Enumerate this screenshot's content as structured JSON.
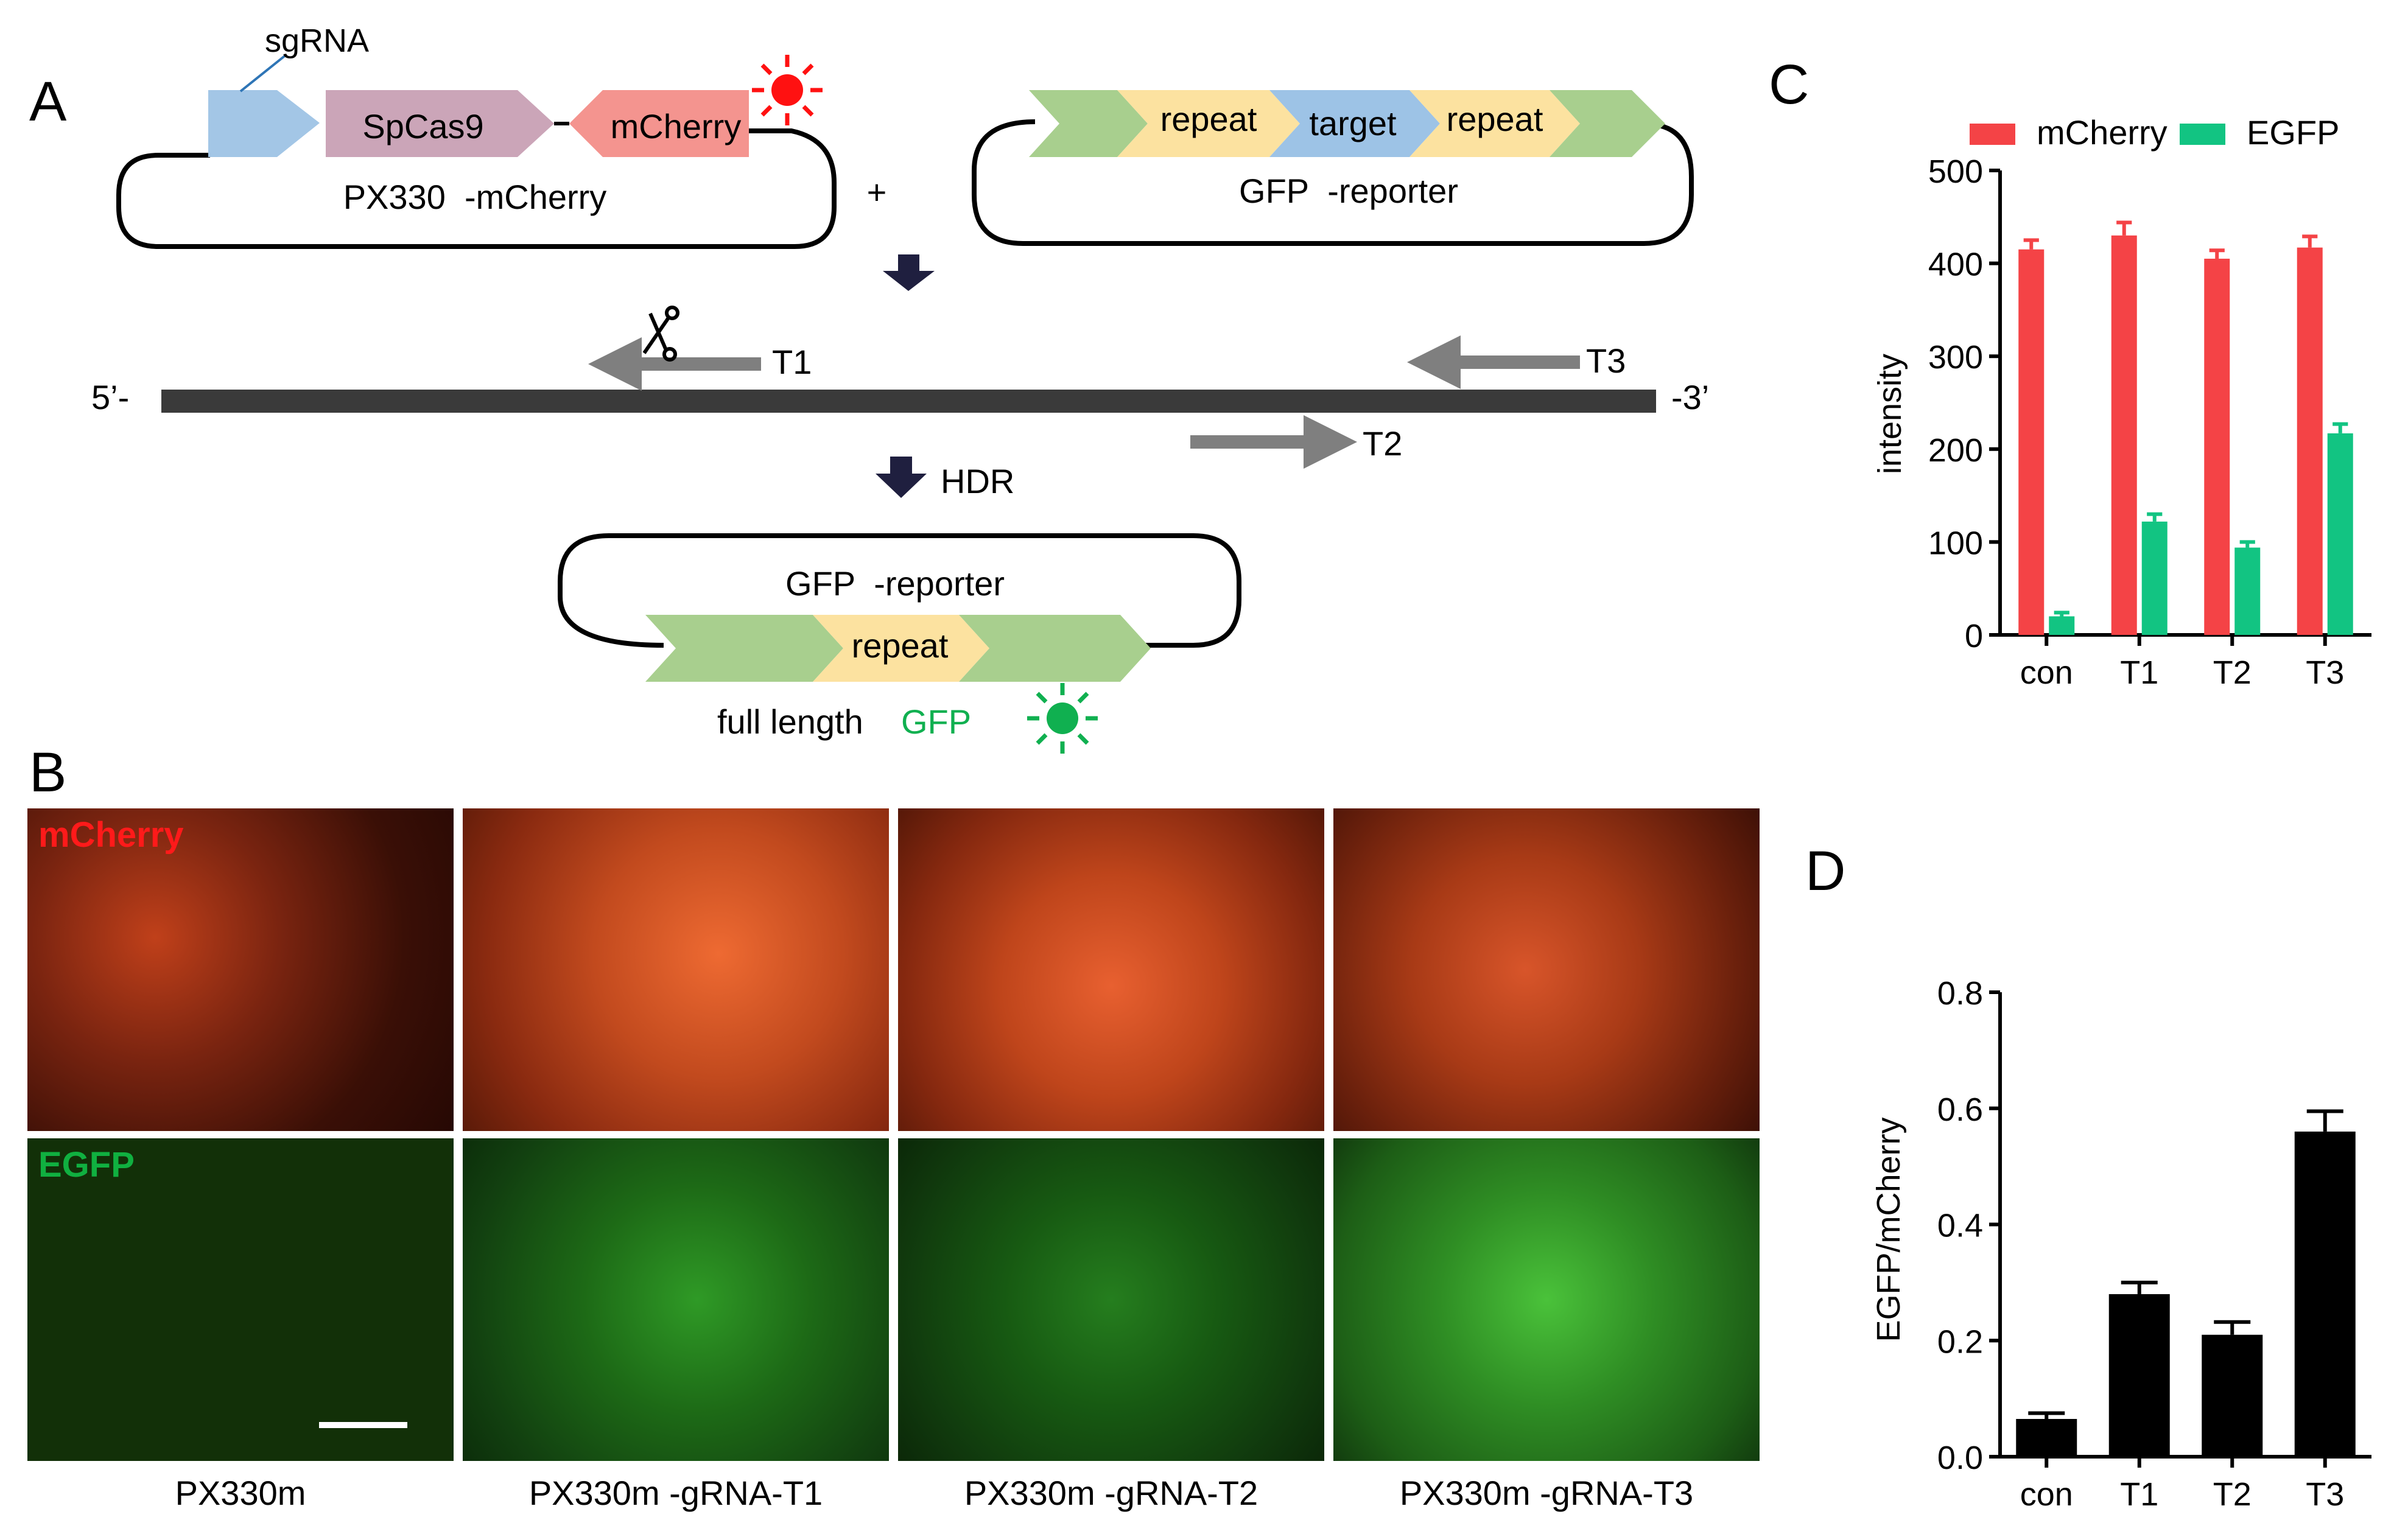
{
  "panel_letters": [
    "A",
    "B",
    "C",
    "D"
  ],
  "panel_a": {
    "plasmid1": {
      "sgrna": "sgRNA",
      "spcas9": "SpCas9",
      "mcherry": "mCherry",
      "name": "PX330  -mCherry"
    },
    "plus": "+",
    "plasmid2": {
      "repeat1": "repeat",
      "target": "target",
      "repeat2": "repeat",
      "name": "GFP  -reporter"
    },
    "dna": {
      "five_prime": "5’-",
      "three_prime": "-3’",
      "t1": "T1",
      "t2": "T2",
      "t3": "T3"
    },
    "hdr": "HDR",
    "plasmid3": {
      "name": "GFP  -reporter",
      "repeat": "repeat",
      "full_length": "full length",
      "gfp": "GFP"
    },
    "colors": {
      "blue": "#a3c6e6",
      "mauve": "#cba5b8",
      "pink": "#f4948f",
      "green": "#a8cf8e",
      "yellow": "#fce2a0",
      "target_blue": "#9dc3e6",
      "red_sun": "#ff1111",
      "green_sun": "#10b050",
      "arrow_grey": "#7f7f7f",
      "dna_bar": "#3a3a3a"
    }
  },
  "panel_b": {
    "row_labels": [
      "mCherry",
      "EGFP"
    ],
    "captions": [
      "PX330m",
      "PX330m -gRNA-T1",
      "PX330m -gRNA-T2",
      "PX330m -gRNA-T3"
    ],
    "colors": {
      "mcherry_label": "#ff1a1a",
      "egfp_label": "#10b040"
    }
  },
  "chart_data": [
    {
      "type": "bar",
      "categories": [
        "con",
        "T1",
        "T2",
        "T3"
      ],
      "series": [
        {
          "name": "mCherry",
          "values": [
            415,
            430,
            405,
            417
          ],
          "errors": [
            10,
            14,
            9,
            12
          ],
          "color": "#f44346"
        },
        {
          "name": "EGFP",
          "values": [
            20,
            122,
            94,
            217
          ],
          "errors": [
            4,
            8,
            6,
            10
          ],
          "color": "#12c482"
        }
      ],
      "ylabel": "intensity",
      "ylim": [
        0,
        500
      ],
      "yticks": [
        0,
        100,
        200,
        300,
        400,
        500
      ],
      "legend": "top"
    },
    {
      "type": "bar",
      "categories": [
        "con",
        "T1",
        "T2",
        "T3"
      ],
      "series": [
        {
          "values": [
            0.065,
            0.28,
            0.21,
            0.56
          ],
          "errors": [
            0.01,
            0.02,
            0.022,
            0.035
          ],
          "color": "#000000"
        }
      ],
      "ylabel": "EGFP/mCherry",
      "ylim": [
        0,
        0.8
      ],
      "yticks": [
        "0.0",
        "0.2",
        "0.4",
        "0.6",
        "0.8"
      ]
    }
  ]
}
